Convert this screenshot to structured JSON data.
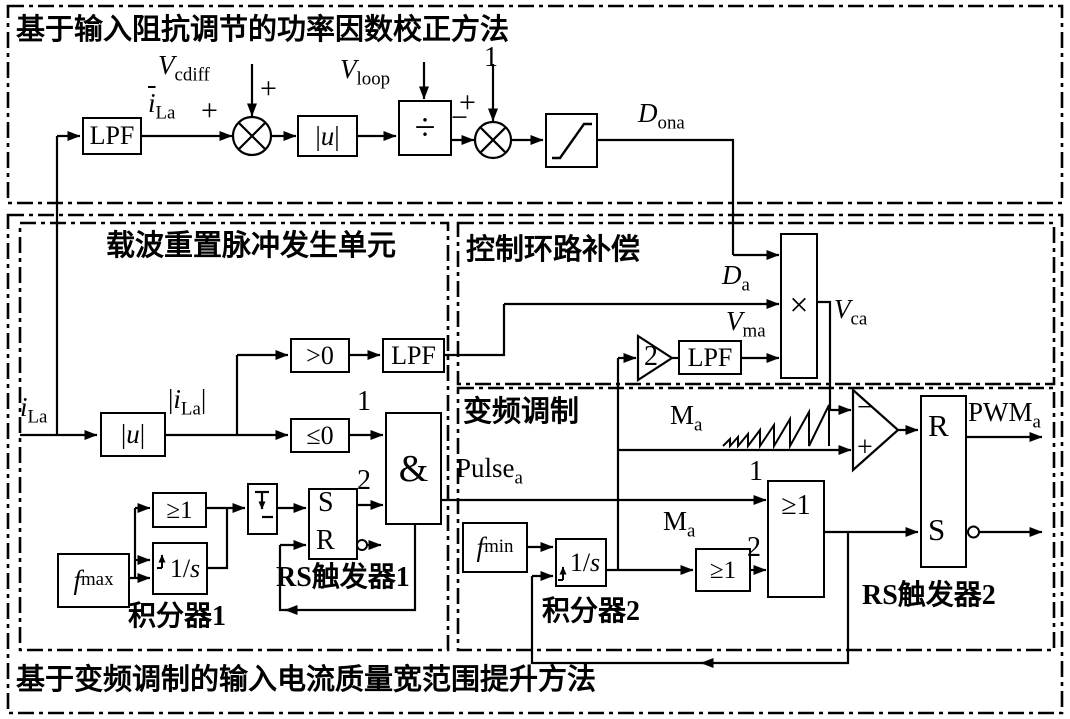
{
  "canvas": {
    "bg": "#ffffff",
    "ink": "#000000"
  },
  "regions": {
    "pfc_title": "基于输入阻抗调节的功率因数校正方法",
    "carrier_title": "载波重置脉冲发生单元",
    "loopcomp_title": "控制环路补偿",
    "vfm_title": "变频调制",
    "bottom_title": "基于变频调制的输入电流质量宽范围提升方法"
  },
  "captions": {
    "integrator1": "积分器1",
    "rs_ff1": "RS触发器1",
    "integrator2": "积分器2",
    "rs_ff2": "RS触发器2"
  },
  "blocks": {
    "lpf1": "LPF",
    "lpf2": "LPF",
    "lpf3": "LPF",
    "abs1": {
      "p": "|",
      "m": "u",
      "q": "|"
    },
    "abs2": {
      "p": "|",
      "m": "u",
      "q": "|"
    },
    "divide": "÷",
    "gt0": ">0",
    "le0": "≤0",
    "and_gate": "&",
    "or_small1": "≥1",
    "or_small2": "≥1",
    "or_big": "≥1",
    "int1": {
      "p": "1/",
      "m": "s"
    },
    "int2": {
      "p": "1/",
      "m": "s"
    },
    "fmax": {
      "m": "f",
      "s": "max"
    },
    "fmin": {
      "m": "f",
      "s": "min"
    },
    "mult_sign": "×",
    "gain2": "2",
    "sr1_s": "S",
    "sr1_r": "R",
    "rs2_r": "R",
    "rs2_s": "S"
  },
  "signals": {
    "i_la_avg": {
      "m": "i",
      "bar": true,
      "s": "La"
    },
    "v_cdiff": {
      "m": "V",
      "s": "cdiff"
    },
    "v_loop": {
      "m": "V",
      "s": "loop"
    },
    "one_mult1": "1",
    "d_ona": {
      "m": "D",
      "s": "ona"
    },
    "i_la": {
      "m": "i",
      "s": "La"
    },
    "abs_i_la": {
      "p": "|",
      "m": "i",
      "s": "La",
      "q": "|"
    },
    "d_a": {
      "m": "D",
      "s": "a"
    },
    "v_ma": {
      "m": "V",
      "s": "ma"
    },
    "v_ca": {
      "m": "V",
      "s": "ca"
    },
    "m_a1": {
      "m": "M",
      "r": true,
      "s": "a"
    },
    "m_a2": {
      "m": "M",
      "r": true,
      "s": "a"
    },
    "pulse_a": {
      "m": "Pulse",
      "r": true,
      "s": "a"
    },
    "pwm_a": {
      "m": "PWM",
      "r": true,
      "s": "a"
    },
    "and_in1": "1",
    "and_in2": "2",
    "or_in1": "1",
    "or_in2": "2",
    "plus_in": "+",
    "plus_cdiff": "+",
    "plus_one": "+",
    "minus_div": "−",
    "cmp_minus": "−",
    "cmp_plus": "+"
  }
}
